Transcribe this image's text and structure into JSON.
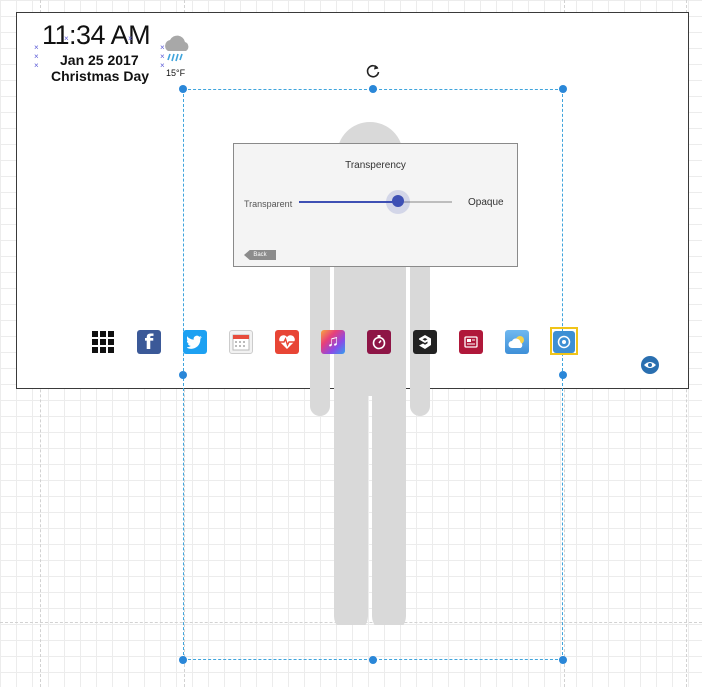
{
  "clock": {
    "time": "11:34 AM",
    "date": "Jan 25 2017",
    "holiday": "Christmas Day"
  },
  "weather": {
    "temperature": "15°F",
    "icon": "rain-cloud-icon"
  },
  "dialog": {
    "title": "Transperency",
    "left_label": "Transparent",
    "right_label": "Opaque",
    "slider_value": 0.65,
    "back_label": "Back"
  },
  "apps": [
    {
      "name": "apps-grid",
      "icon": "grid-icon",
      "color": "#111111"
    },
    {
      "name": "facebook",
      "icon": "facebook-icon",
      "color": "#3b5998"
    },
    {
      "name": "twitter",
      "icon": "twitter-icon",
      "color": "#1da1f2"
    },
    {
      "name": "calendar",
      "icon": "calendar-icon",
      "color": "#e8e8e8"
    },
    {
      "name": "health",
      "icon": "heart-pulse-icon",
      "color": "#e84535"
    },
    {
      "name": "music",
      "icon": "music-note-icon",
      "color": "#b347e2"
    },
    {
      "name": "timer",
      "icon": "stopwatch-icon",
      "color": "#8e1546"
    },
    {
      "name": "9gag",
      "icon": "nine-icon",
      "color": "#222222"
    },
    {
      "name": "news",
      "icon": "news-icon",
      "color": "#b0183a"
    },
    {
      "name": "weather",
      "icon": "weather-icon",
      "color": "#58a9e8"
    },
    {
      "name": "settings",
      "icon": "gear-icon",
      "color": "#3d8fd4"
    }
  ],
  "colors": {
    "accent": "#3e50b4",
    "selection": "#3fa4dc",
    "highlight": "#f0c419"
  }
}
